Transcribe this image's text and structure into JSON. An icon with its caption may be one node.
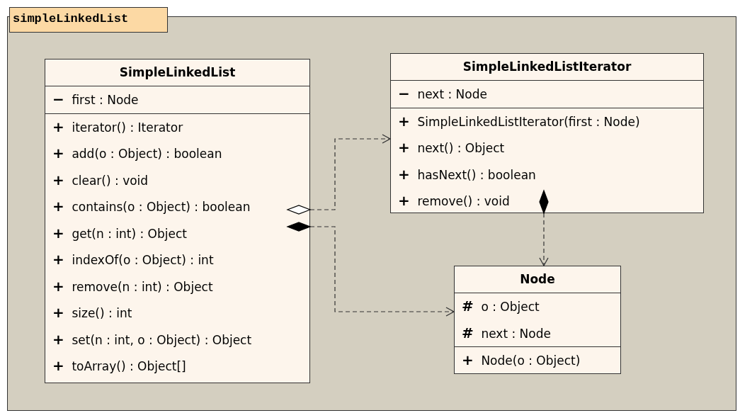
{
  "diagram": {
    "nodes": [
      {
        "text": [
          "simpleLinkedList"
        ]
      },
      {
        "text": [
          "SimpleLinkedList",
          "**−** first : Node",
          "**+** iterator() : Iterator",
          "**+** add(o : Object) : boolean",
          "**+** clear() : void",
          "**+** contains(o : Object) : boolean",
          "**+** get(n : int) : Object",
          "**+** indexOf(o : Object) : int",
          "**+** remove(n : int) : Object",
          "**+** size() : int",
          "**+** set(n : int, o : Object) : Object",
          "**+** toArray() : Object[]"
        ],
        "in": 0
      },
      {
        "text": [
          "SimpleLinkedListIterator",
          "**−** next : Node",
          "**+** SimpleLinkedListIterator(first : Node)",
          "**+** next() : Object",
          "**+** hasNext() : boolean",
          "**+** remove() : void"
        ],
        "in": 0
      },
      {
        "text": [
          "Node",
          "**#** o : Object",
          "**#** next : Node",
          "**+** Node(o : Object)"
        ],
        "in": 0
      }
    ],
    "edges": [
      {
        "from": 1,
        "to": 2,
        "arrow": "to",
        "style": "dashed"
      },
      {
        "from": 1,
        "to": 3,
        "arrow": "to",
        "style": "dashed"
      },
      {
        "from": 2,
        "to": 3,
        "arrow": "to",
        "style": "dashed"
      }
    ]
  }
}
